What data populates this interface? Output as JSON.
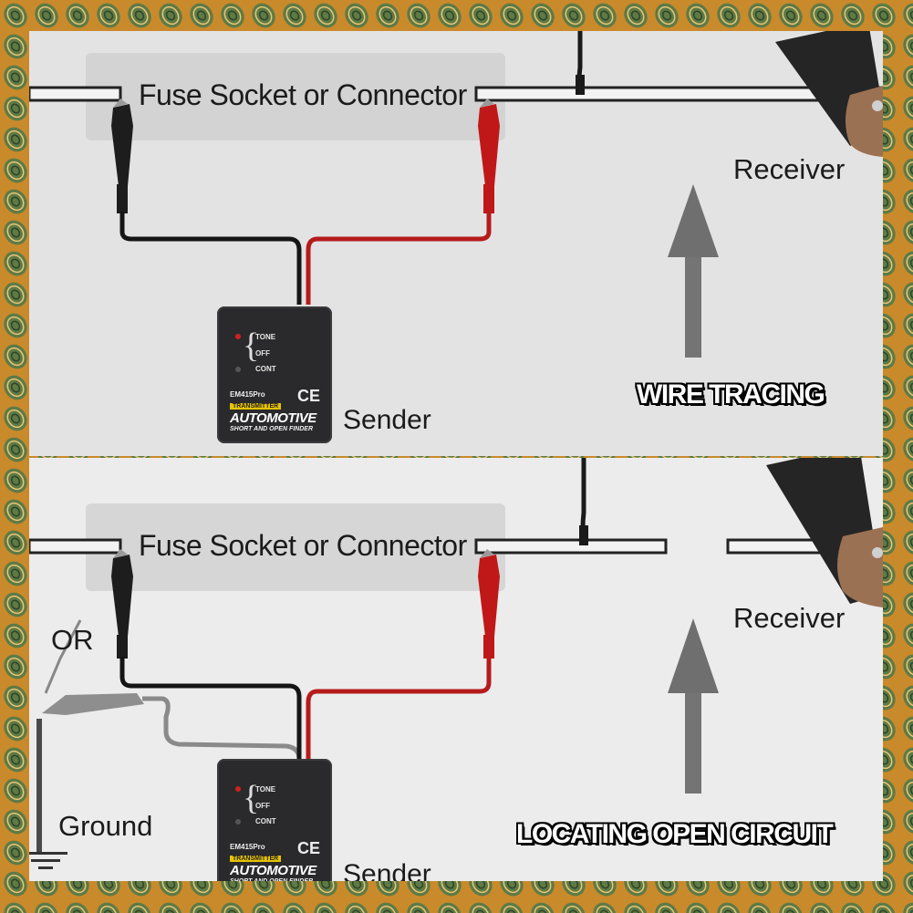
{
  "top_panel": {
    "fuse_label": "Fuse Socket or Connector",
    "receiver_label": "Receiver",
    "sender_label": "Sender",
    "caption": "WIRE TRACING"
  },
  "bottom_panel": {
    "fuse_label": "Fuse Socket or Connector",
    "receiver_label": "Receiver",
    "sender_label": "Sender",
    "or_label": "OR",
    "ground_label": "Ground",
    "caption": "LOCATING OPEN CIRCUIT"
  },
  "device": {
    "opt_tone": "TONE",
    "opt_off": "OFF",
    "opt_cont": "CONT",
    "model": "EM415Pro",
    "ce": "CE",
    "transmitter": "TRANSMITTER",
    "automotive": "AUTOMOTIVE",
    "finder": "SHORT AND OPEN FINDER"
  },
  "colors": {
    "border_orange": "#c98a2b",
    "border_green": "#5e7a45",
    "clip_red": "#c01818",
    "clip_black": "#1d1d1d",
    "wire_red": "#b51b1b",
    "arrow_gray": "#6f6f6f"
  }
}
